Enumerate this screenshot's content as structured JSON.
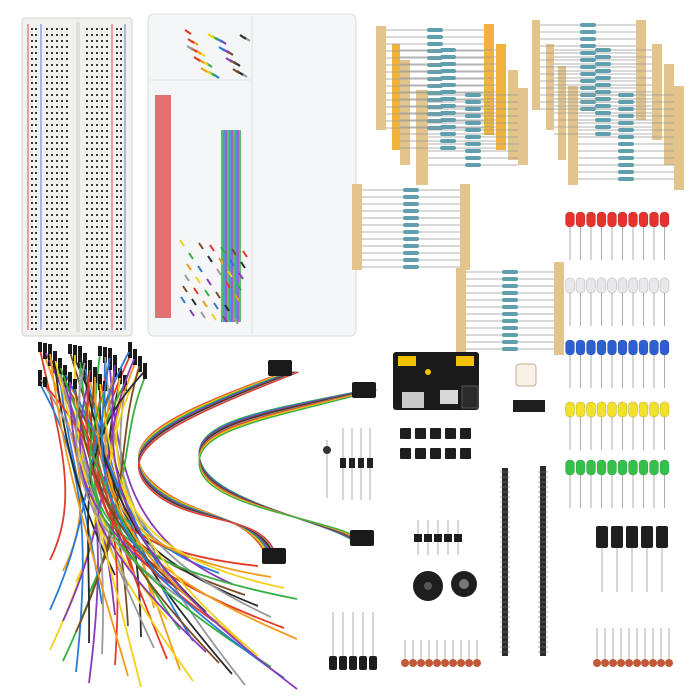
{
  "scene": {
    "background": "#ffffff",
    "colors": {
      "breadboard": "#f1f1ef",
      "breadboard_hole": "#3a3a3a",
      "rail_red": "#e05050",
      "rail_blue": "#5a7fd0",
      "case_body": "#f4f6f7",
      "resistor_tape": "#e2c48c",
      "resistor_tape_orange": "#f0b43c",
      "resistor_body": "#5f9fae",
      "led_red": "#e8322e",
      "led_white": "#e8e8ea",
      "led_blue": "#2d5fd0",
      "led_yellow": "#f2e12a",
      "led_green": "#35c04a",
      "module_pcb": "#1a1a1a",
      "module_accent": "#f2c200",
      "capacitor_body": "#1e1e1e",
      "ceramic_cap": "#c25a3a",
      "header_pin": "#2a2a2a",
      "lead": "#9a9a9a"
    },
    "jumper_wire_colors": [
      "#e23b2e",
      "#f29a1a",
      "#f2d21a",
      "#35b040",
      "#2a7bd8",
      "#8a3bb8",
      "#7a4a22",
      "#2a2a2a",
      "#9a9a9a"
    ],
    "led_rows": [
      "led_red",
      "led_white",
      "led_blue",
      "led_yellow",
      "led_green"
    ],
    "icons": [
      "breadboard",
      "jumper-wire-kit",
      "resistor-strips",
      "led-rows",
      "power-supply-module",
      "dupont-cables",
      "loose-jumper-wires",
      "pin-headers",
      "electrolytic-capacitors",
      "buzzer",
      "ceramic-capacitors",
      "ic-chip",
      "push-buttons",
      "diodes",
      "transistors",
      "potentiometer"
    ]
  }
}
